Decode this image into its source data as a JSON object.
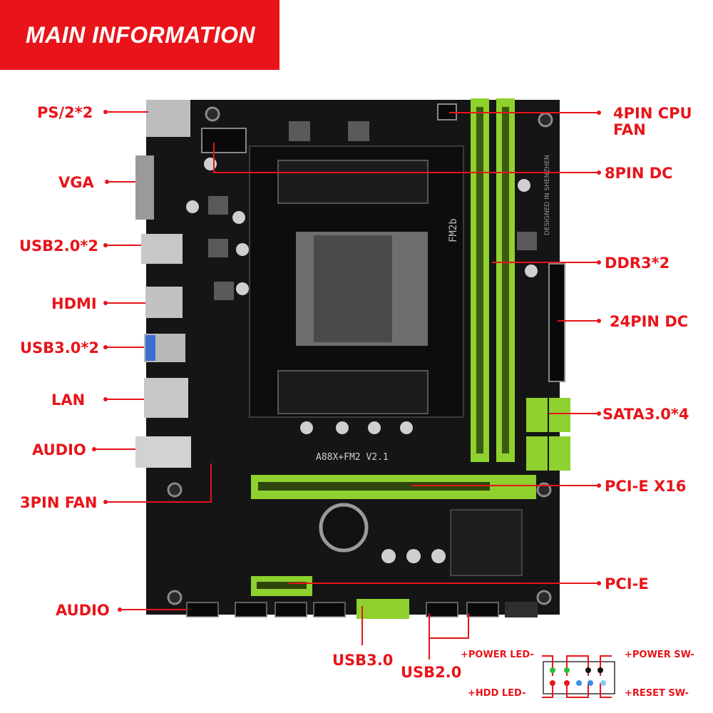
{
  "header": {
    "title": "MAIN INFORMATION"
  },
  "board": {
    "model_silk": "A88X+FM2 V2.1",
    "socket_silk": "FM2b",
    "designed_silk": "DESIGNED IN SHENZHEN"
  },
  "labels_left": {
    "ps2": "PS/2*2",
    "vga": "VGA",
    "usb20": "USB2.0*2",
    "hdmi": "HDMI",
    "usb30": "USB3.0*2",
    "lan": "LAN",
    "audio": "AUDIO",
    "fan3": "3PIN FAN",
    "audio_bottom": "AUDIO"
  },
  "labels_right": {
    "cpu_fan_1": "4PIN CPU",
    "cpu_fan_2": "FAN",
    "dc8": "8PIN DC",
    "ddr3": "DDR3*2",
    "dc24": "24PIN DC",
    "sata": "SATA3.0*4",
    "pcie16": "PCI-E X16",
    "pcie": "PCI-E"
  },
  "labels_bottom": {
    "usb3": "USB3.0",
    "usb2": "USB2.0",
    "power_led": "+POWER LED-",
    "hdd_led": "+HDD LED-",
    "power_sw": "+POWER SW-",
    "reset_sw": "+RESET SW-"
  },
  "colors": {
    "accent": "#e8141a",
    "board": "#151515",
    "slot_green": "#8fd12e"
  }
}
